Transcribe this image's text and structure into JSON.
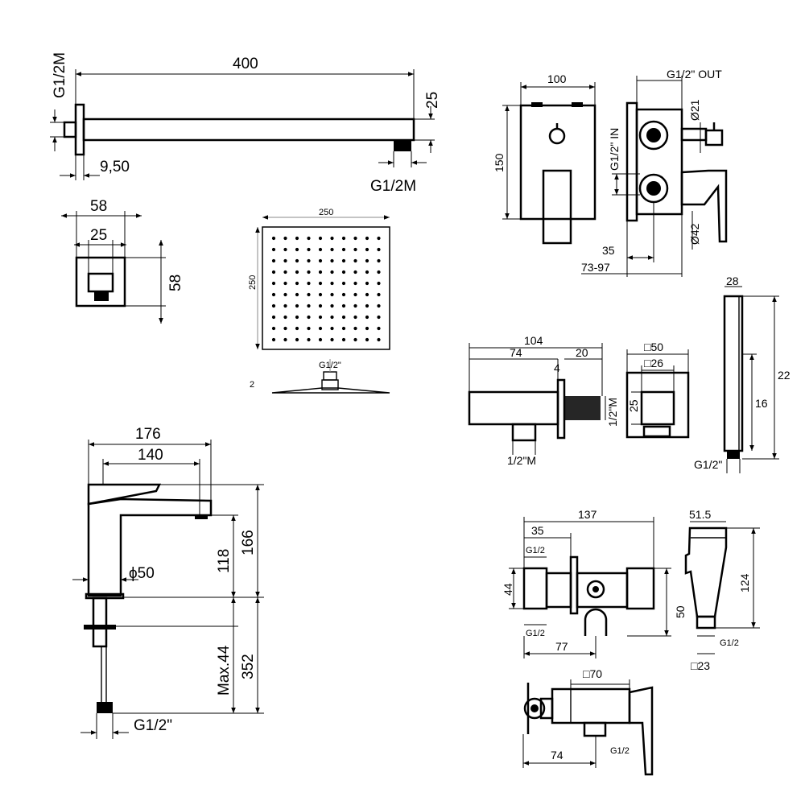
{
  "shower_arm": {
    "length": "400",
    "height": "25",
    "thread_left": "G1/2M",
    "thread_right": "G1/2M",
    "depth": "9,50"
  },
  "arm_flange": {
    "width": "58",
    "inner_width": "25",
    "height": "58"
  },
  "shower_head": {
    "width": "250",
    "height": "250",
    "thickness": "2",
    "thread": "G1/2\""
  },
  "mixer_box": {
    "width": "100",
    "height": "150",
    "out_label": "G1/2\" OUT",
    "in_label": "G1/2\" IN",
    "dia_small": "Ø21",
    "dia_large": "Ø42",
    "depth_min": "35",
    "depth_range": "73-97"
  },
  "wall_outlet": {
    "total": "104",
    "body": "74",
    "projection": "20",
    "offset": "4",
    "thread_side": "1/2\"M",
    "thread_bottom": "1/2\"M",
    "plate": "□50",
    "inner": "□26",
    "inner_h": "25"
  },
  "hand_shower": {
    "width": "28",
    "length": "22",
    "grip": "16",
    "thread": "G1/2\""
  },
  "basin_mixer": {
    "length": "176",
    "spout": "140",
    "base_dia": "ϕ50",
    "spout_height": "118",
    "height": "166",
    "shank": "Max.44",
    "hose": "352",
    "thread": "G1/2\""
  },
  "bidet_valve": {
    "length": "137",
    "body": "35",
    "thread_top": "G1/2",
    "thread_bottom": "G1/2",
    "dia": "44",
    "height": "50",
    "offset": "77"
  },
  "bidet_spray": {
    "width": "51.5",
    "height": "124",
    "thread": "G1/2",
    "square": "□23"
  },
  "bidet_valve_top": {
    "square": "□70",
    "thread": "G1/2",
    "offset": "74"
  }
}
